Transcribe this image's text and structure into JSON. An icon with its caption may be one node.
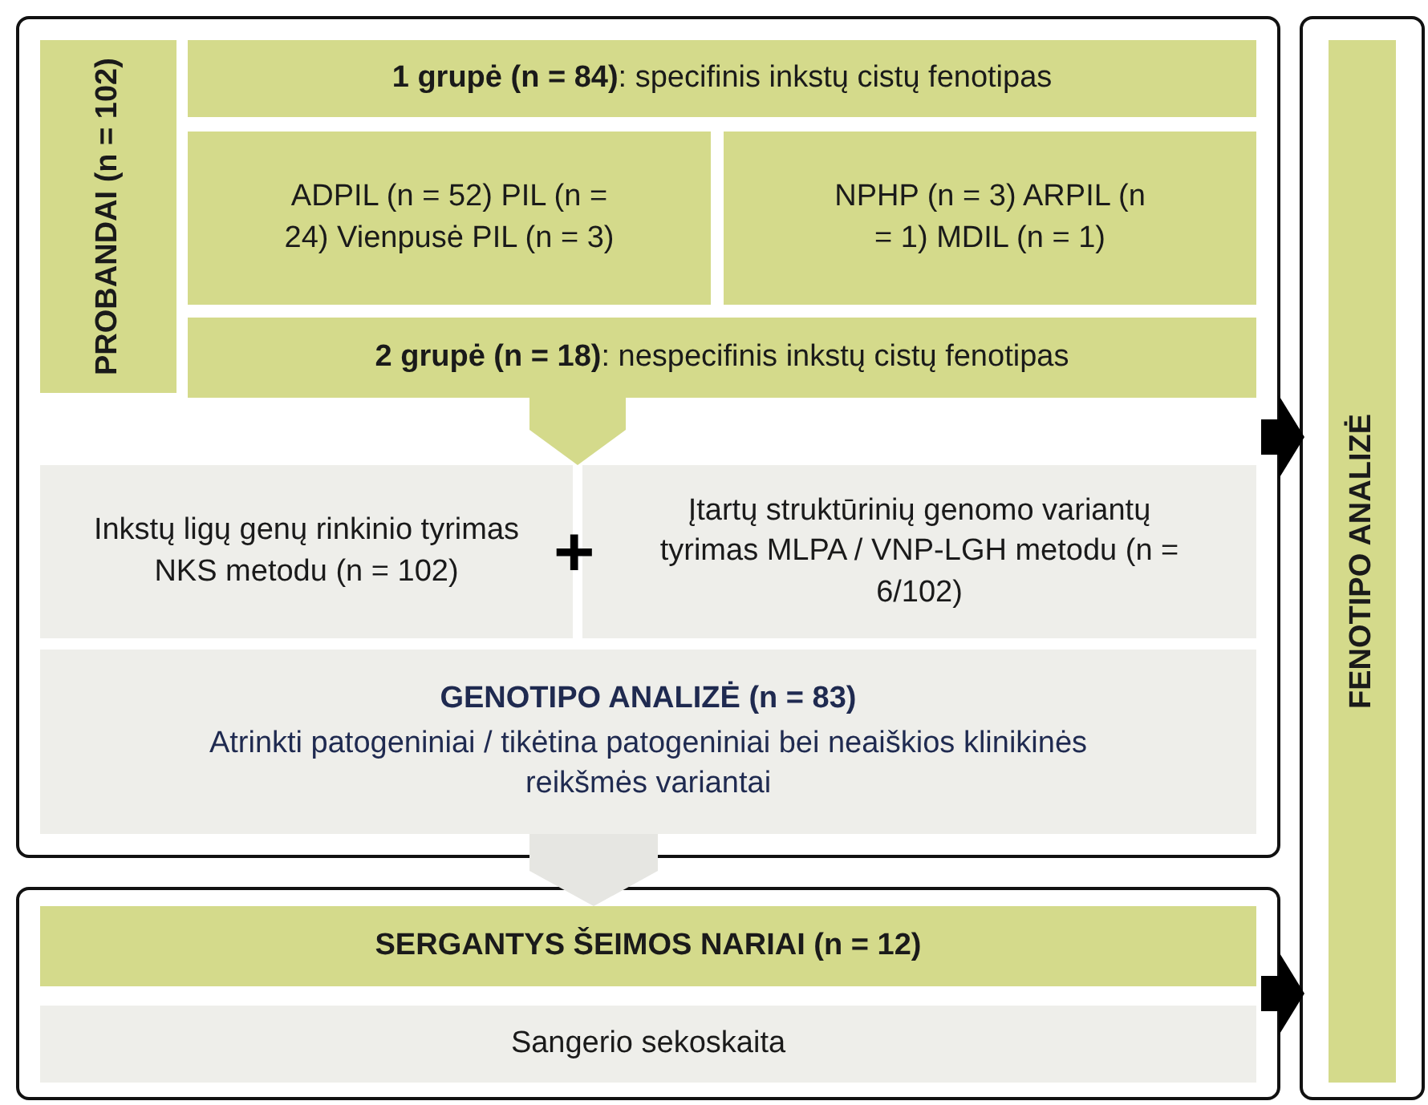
{
  "diagram": {
    "nodes": [
      {
        "text": [],
        "shape": "box"
      },
      {
        "text": [
          "PROBANDAI (n = 102)"
        ],
        "in": 0
      },
      {
        "text": [
          "**1 grupė (n = 84)**: specifinis inkstų cistų fenotipas"
        ],
        "in": 0
      },
      {
        "text": [
          "ADPIL (n = 52) PIL (n = 24) Vienpusė PIL (n = 3)"
        ],
        "in": 0
      },
      {
        "text": [
          "NPHP (n = 3) ARPIL (n = 1) MDIL (n = 1)"
        ],
        "in": 0
      },
      {
        "text": [
          "**2 grupė (n = 18)**: nespecifinis inkstų cistų fenotipas"
        ],
        "in": 0
      },
      {
        "text": [
          "Inkstų ligų genų rinkinio tyrimas NKS metodu (n = 102)"
        ],
        "in": 0
      },
      {
        "text": [
          "Įtartų struktūrinių genomo variantų tyrimas MLPA / VNP-LGH metodu (n = 6/102)"
        ],
        "in": 0
      },
      {
        "text": [
          "GENOTIPO ANALIZĖ (n = 83)",
          "Atrinkti patogeniniai / tikėtina patogeniniai bei neaiškios klinikinės reikšmės variantai"
        ],
        "in": 0
      },
      {
        "text": [],
        "shape": "box"
      },
      {
        "text": [
          "SERGANTYS ŠEIMOS NARIAI (n = 12)"
        ],
        "in": 9
      },
      {
        "text": [
          "Sangerio sekoskaita"
        ],
        "in": 9
      },
      {
        "text": [],
        "shape": "box"
      },
      {
        "text": [
          "FENOTIPO ANALIZĖ"
        ],
        "in": 12
      }
    ],
    "edges": [
      {
        "from": 5,
        "to": 6,
        "arrow": "to",
        "color": "#d4da8b"
      },
      {
        "from": 5,
        "to": 7,
        "arrow": "to",
        "color": "#d4da8b"
      },
      {
        "from": 8,
        "to": 10,
        "arrow": "to",
        "style": "thick",
        "color": "#e6e6e2"
      },
      {
        "from": 0,
        "to": 12,
        "arrow": "to",
        "color": "#000000"
      },
      {
        "from": 9,
        "to": 12,
        "arrow": "to",
        "color": "#000000"
      }
    ],
    "labels": [
      "+"
    ]
  }
}
